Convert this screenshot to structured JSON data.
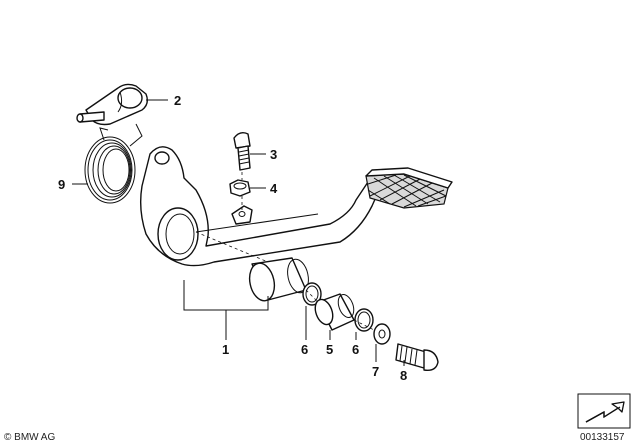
{
  "callouts": {
    "c1": "1",
    "c2": "2",
    "c3": "3",
    "c4": "4",
    "c5": "5",
    "c6a": "6",
    "c6b": "6",
    "c7": "7",
    "c8": "8",
    "c9": "9"
  },
  "footer": {
    "copyright": "© BMW AG",
    "image_number": "00133157"
  },
  "icons": {
    "corner": "navigation-arrow-icon"
  }
}
